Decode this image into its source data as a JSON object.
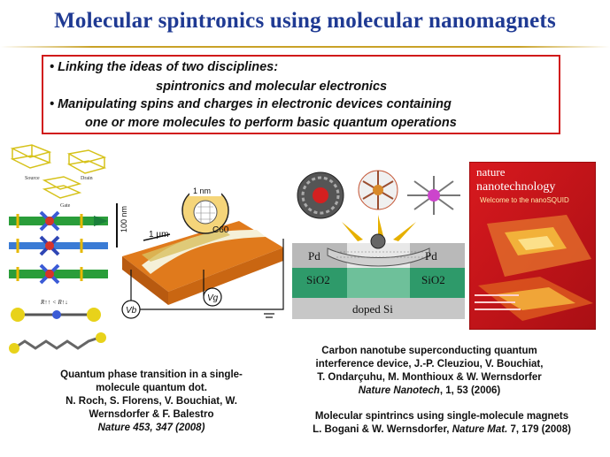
{
  "title": "Molecular spintronics using molecular nanomagnets",
  "bullets": {
    "b1_line1": "• Linking the ideas of two disciplines:",
    "b1_line2": "spintronics and molecular electronics",
    "b2_line1": "• Manipulating spins and charges in electronic devices containing",
    "b2_line2": "one or more molecules to perform basic quantum operations"
  },
  "figure_left": {
    "labels": {
      "source": "Source",
      "drain": "Drain",
      "gate": "Gate",
      "r_label": "R↑↑ < R↑↓",
      "scale_1nm": "1 nm",
      "scale_100nm": "100 nm",
      "scale_1um": "1 µm",
      "c60": "C60",
      "vb": "Vb",
      "vg": "Vg"
    }
  },
  "figure_mid": {
    "labels": {
      "pd_left": "Pd",
      "pd_right": "Pd",
      "sio2_left": "SiO2",
      "sio2_right": "SiO2",
      "doped_si": "doped Si"
    }
  },
  "figure_cover": {
    "journal_line1": "nature",
    "journal_line2": "nanotechnology",
    "cover_title": "Welcome to the nanoSQUID"
  },
  "captions": {
    "left": {
      "line1": "Quantum phase transition in a single-",
      "line2": "molecule quantum dot.",
      "line3": "N. Roch, S. Florens, V. Bouchiat, W.",
      "line4": "Wernsdorfer & F. Balestro",
      "line5": "Nature 453, 347 (2008)"
    },
    "mid": {
      "line1": "Carbon nanotube superconducting quantum",
      "line2": "interference device, J.-P. Cleuziou, V. Bouchiat,",
      "line3": "T. Ondarçuhu, M. Monthioux &  W. Wernsdorfer",
      "line4_italic": "Nature Nanotech",
      "line4_rest": ", 1, 53 (2006)"
    },
    "right": {
      "line1": "Molecular spintrincs using single-molecule magnets",
      "line2_start": "L. Bogani & W. Wernsdorfer, ",
      "line2_italic": "Nature Mat.",
      "line2_rest": " 7, 179 (2008)"
    }
  },
  "colors": {
    "title": "#1f3a93",
    "box_border": "#d11a1a",
    "gold": "#c9a227",
    "cover_red": "#c4161c",
    "sio2_green": "#2e9a6a",
    "substrate_orange": "#e07a1c"
  }
}
